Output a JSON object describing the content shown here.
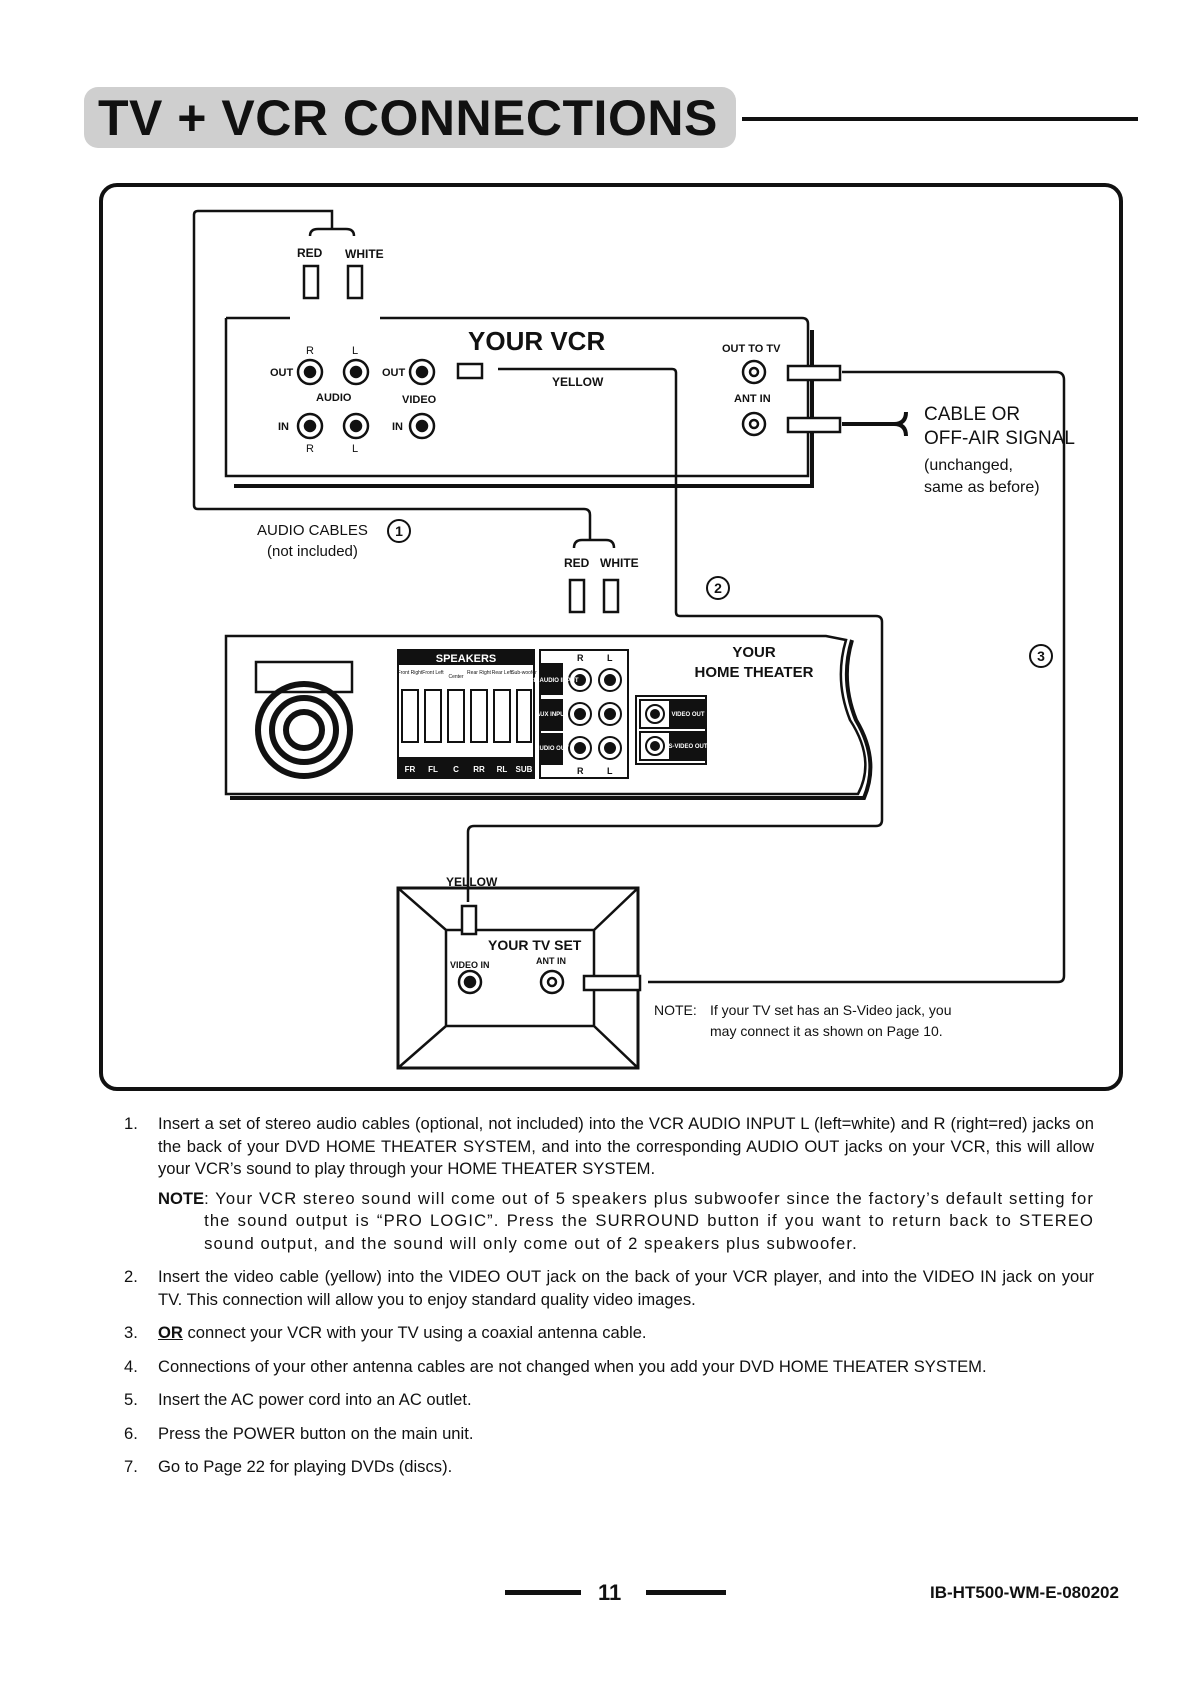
{
  "title": "TV + VCR CONNECTIONS",
  "diagram": {
    "vcr_top_red": "RED",
    "vcr_top_white": "WHITE",
    "vcr_title": "YOUR VCR",
    "vcr_audio_r": "R",
    "vcr_audio_l": "L",
    "vcr_out": "OUT",
    "vcr_audio": "AUDIO",
    "vcr_in": "IN",
    "vcr_in_r": "R",
    "vcr_in_l": "L",
    "vcr_video_out": "OUT",
    "vcr_video": "VIDEO",
    "vcr_video_in": "IN",
    "vcr_yellow": "YELLOW",
    "vcr_out_to_tv": "OUT TO TV",
    "vcr_ant_in": "ANT IN",
    "cable_line1": "CABLE OR",
    "cable_line2": "OFF-AIR SIGNAL",
    "unchanged_line1": "(unchanged,",
    "unchanged_line2": "same as before)",
    "audio_cables": "AUDIO CABLES",
    "not_included": "(not included)",
    "step1": "1",
    "step2": "2",
    "step3": "3",
    "ht_red": "RED",
    "ht_white": "WHITE",
    "ht_title1": "YOUR",
    "ht_title2": "HOME THEATER",
    "speakers": "SPEAKERS",
    "spk_front_right": "Front Right",
    "spk_front_left": "Front Left",
    "spk_center": "Center",
    "spk_rear_right": "Rear Right",
    "spk_rear_left": "Rear Left",
    "spk_sub": "Sub-woofer",
    "spk_fr": "FR",
    "spk_fl": "FL",
    "spk_c": "C",
    "spk_rr": "RR",
    "spk_rl": "RL",
    "spk_subabbr": "SUB",
    "vcr_audio_input": "VCR AUDIO INPUT",
    "aux_input": "AUX INPUT",
    "audio_out": "AUDIO OUT",
    "ht_r": "R",
    "ht_l": "L",
    "ht_r2": "R",
    "ht_l2": "L",
    "video_out": "VIDEO OUT",
    "svideo_out": "S-VIDEO OUT",
    "tv_yellow": "YELLOW",
    "tv_title": "YOUR TV SET",
    "tv_video_in": "VIDEO IN",
    "tv_ant_in": "ANT IN",
    "note_label": "NOTE:",
    "note_line1": "If your TV set has an S-Video jack, you",
    "note_line2": "may connect it as shown on Page 10."
  },
  "instructions": {
    "items": [
      {
        "num": "1.",
        "text": "Insert a set of stereo audio cables (optional, not included) into the VCR AUDIO INPUT L (left=white) and R (right=red) jacks on the back of your DVD HOME THEATER SYSTEM, and into the corresponding AUDIO OUT jacks on your VCR, this will allow your VCR’s sound to play through your HOME THEATER SYSTEM."
      },
      {
        "num": "2.",
        "text": "Insert the video cable (yellow) into the VIDEO OUT jack on the back of your VCR player, and into the VIDEO IN jack on your TV. This connection will allow you to enjoy standard quality video images."
      },
      {
        "num": "3.",
        "or": "OR",
        "text": " connect your VCR with your TV using a coaxial antenna cable."
      },
      {
        "num": "4.",
        "text": "Connections of your other antenna cables are not changed when you add your DVD HOME THEATER SYSTEM."
      },
      {
        "num": "5.",
        "text": "Insert the AC power cord into an AC outlet."
      },
      {
        "num": "6.",
        "text": "Press the POWER button on the main unit."
      },
      {
        "num": "7.",
        "text": "Go to Page 22 for playing DVDs (discs)."
      }
    ],
    "note": {
      "label": "NOTE",
      "text": ": Your VCR stereo sound will come out of 5 speakers plus subwoofer since the factory’s default setting for the sound output is “PRO LOGIC”. Press the SURROUND button if you want to return back to STEREO sound output, and the sound will only come out of 2 speakers plus subwoofer."
    }
  },
  "footer": {
    "page_number": "11",
    "doc_code": "IB-HT500-WM-E-080202"
  }
}
